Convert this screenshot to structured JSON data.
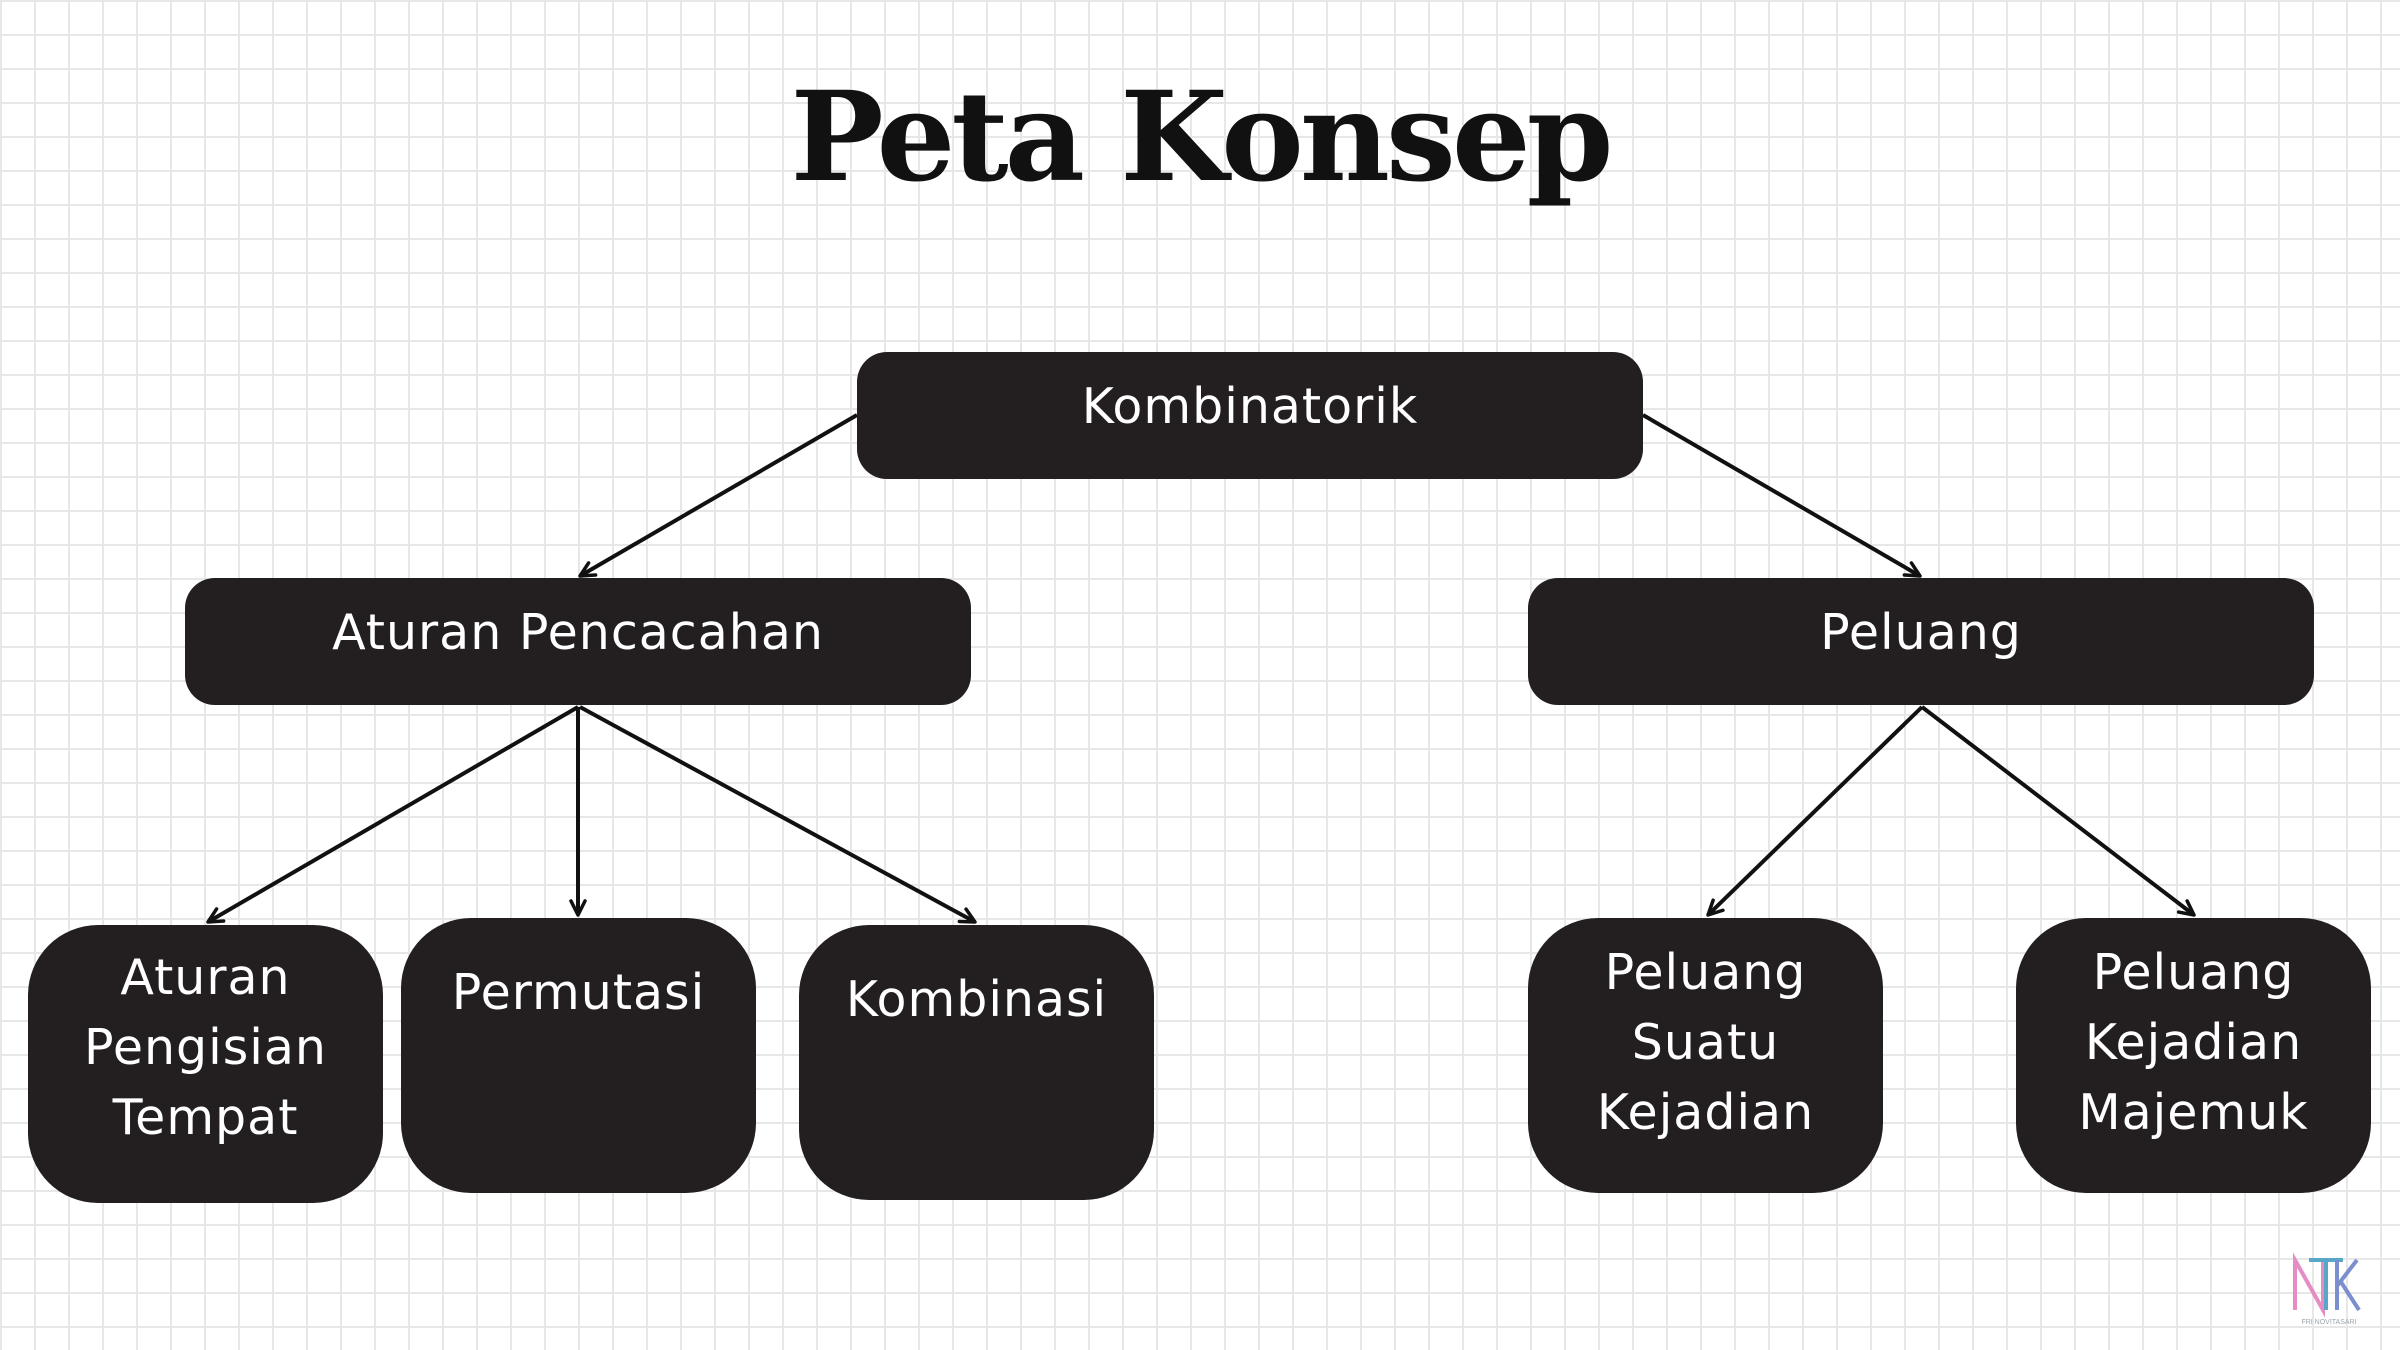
{
  "title": "Peta Konsep",
  "nodes": {
    "root": "Kombinatorik",
    "aturan_pencacahan": "Aturan Pencacahan",
    "peluang": "Peluang",
    "aturan_pengisian_tempat": "Aturan\nPengisian\nTempat",
    "permutasi": "Permutasi",
    "kombinasi": "Kombinasi",
    "peluang_suatu_kejadian": "Peluang\nSuatu\nKejadian",
    "peluang_kejadian_majemuk": "Peluang\nKejadian\nMajemuk"
  },
  "logo": {
    "mark": "NTK",
    "caption": "FRI NOVITASARI"
  },
  "colors": {
    "node_fill": "#231f20",
    "node_text": "#ffffff",
    "arrow": "#111111",
    "grid": "#e7e7e7",
    "logo_pink": "#e58cc4",
    "logo_blue": "#58a6c8"
  }
}
